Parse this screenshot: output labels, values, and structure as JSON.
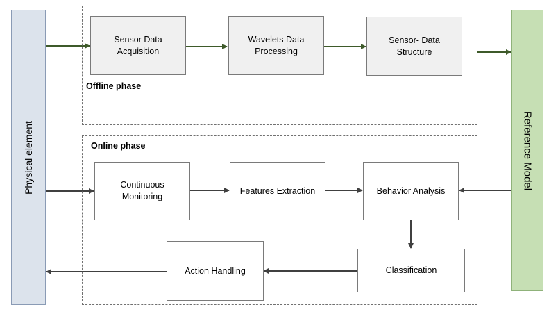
{
  "physical_element": {
    "label": "Physical element",
    "color": "#dce3ec"
  },
  "reference_model": {
    "label": "Reference Model",
    "color": "#c6dfb4"
  },
  "offline": {
    "title": "Offline phase",
    "boxes": {
      "sensor_acq": "Sensor Data\nAcquisition",
      "wavelets": "Wavelets Data\nProcessing",
      "sensor_struct": "Sensor- Data\nStructure"
    }
  },
  "online": {
    "title": "Online phase",
    "boxes": {
      "continuous": "Continuous\nMonitoring",
      "features": "Features Extraction",
      "behavior": "Behavior Analysis",
      "classification": "Classification",
      "action": "Action Handling"
    }
  },
  "colors": {
    "offline_arrow": "#3e5a2a",
    "online_arrow": "#404040"
  }
}
